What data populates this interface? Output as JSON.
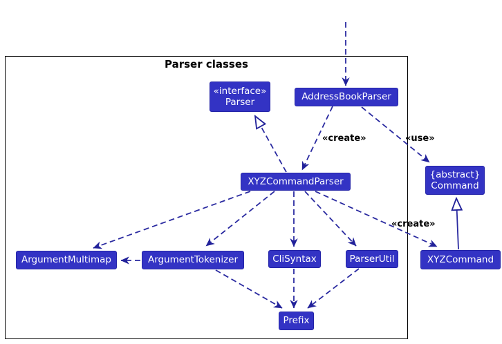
{
  "diagram": {
    "title": "Parser classes",
    "type": "uml-class-diagram",
    "colors": {
      "background": "#ffffff",
      "frame_border": "#000000",
      "node_fill": "#3333C4",
      "node_border": "#2424A8",
      "node_text": "#ffffff",
      "arrow": "#2A2AA0",
      "label_text": "#000000"
    }
  },
  "nodes": {
    "parser_interface": {
      "stereotype": "«interface»",
      "name": "Parser"
    },
    "address_book_parser": {
      "name": "AddressBookParser"
    },
    "xyz_command_parser": {
      "name": "XYZCommandParser"
    },
    "command_abstract": {
      "stereotype": "{abstract}",
      "name": "Command"
    },
    "argument_multimap": {
      "name": "ArgumentMultimap"
    },
    "argument_tokenizer": {
      "name": "ArgumentTokenizer"
    },
    "cli_syntax": {
      "name": "CliSyntax"
    },
    "parser_util": {
      "name": "ParserUtil"
    },
    "xyz_command": {
      "name": "XYZCommand"
    },
    "prefix": {
      "name": "Prefix"
    }
  },
  "edge_labels": {
    "create_top": "«create»",
    "use": "«use»",
    "create_right": "«create»"
  },
  "edges": [
    {
      "from": "external",
      "to": "AddressBookParser",
      "style": "dashed",
      "head": "filled-arrow"
    },
    {
      "from": "AddressBookParser",
      "to": "XYZCommandParser",
      "style": "dashed",
      "head": "filled-arrow",
      "label": "«create»"
    },
    {
      "from": "AddressBookParser",
      "to": "Command",
      "style": "dashed",
      "head": "filled-arrow",
      "label": "«use»"
    },
    {
      "from": "XYZCommandParser",
      "to": "Parser",
      "style": "dashed",
      "head": "hollow-triangle"
    },
    {
      "from": "XYZCommandParser",
      "to": "ArgumentMultimap",
      "style": "dashed",
      "head": "filled-arrow"
    },
    {
      "from": "XYZCommandParser",
      "to": "ArgumentTokenizer",
      "style": "dashed",
      "head": "filled-arrow"
    },
    {
      "from": "XYZCommandParser",
      "to": "CliSyntax",
      "style": "dashed",
      "head": "filled-arrow"
    },
    {
      "from": "XYZCommandParser",
      "to": "ParserUtil",
      "style": "dashed",
      "head": "filled-arrow"
    },
    {
      "from": "XYZCommandParser",
      "to": "XYZCommand",
      "style": "dashed",
      "head": "filled-arrow",
      "label": "«create»"
    },
    {
      "from": "ArgumentTokenizer",
      "to": "ArgumentMultimap",
      "style": "dashed",
      "head": "filled-arrow"
    },
    {
      "from": "ArgumentTokenizer",
      "to": "Prefix",
      "style": "dashed",
      "head": "filled-arrow"
    },
    {
      "from": "CliSyntax",
      "to": "Prefix",
      "style": "dashed",
      "head": "filled-arrow"
    },
    {
      "from": "ParserUtil",
      "to": "Prefix",
      "style": "dashed",
      "head": "filled-arrow"
    },
    {
      "from": "XYZCommand",
      "to": "Command",
      "style": "solid",
      "head": "hollow-triangle"
    }
  ]
}
